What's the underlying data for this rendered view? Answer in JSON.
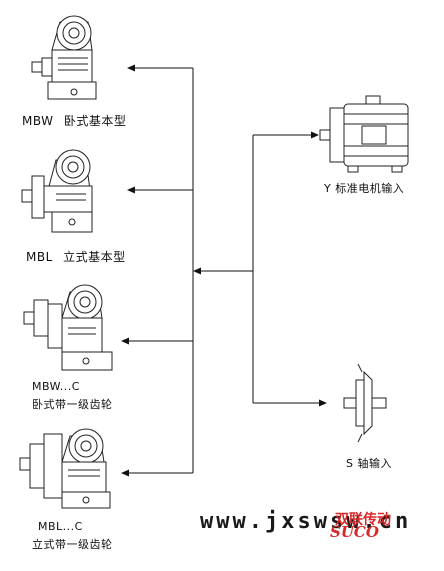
{
  "diagram": {
    "outputs": [
      {
        "code": "MBW",
        "name": "卧式基本型"
      },
      {
        "code": "MBL",
        "name": "立式基本型"
      },
      {
        "code": "MBW...C",
        "name": "卧式带一级齿轮"
      },
      {
        "code": "MBL...C",
        "name": "立式带一级齿轮"
      }
    ],
    "inputs": [
      {
        "label": "Y 标准电机输入"
      },
      {
        "label": "S 轴输入"
      }
    ]
  },
  "watermark": {
    "url": "www.jxswsw.cn",
    "brand_cn": "双联传动",
    "brand_en": "SUCO",
    "color": "#d8282a"
  },
  "colors": {
    "line": "#111111"
  }
}
